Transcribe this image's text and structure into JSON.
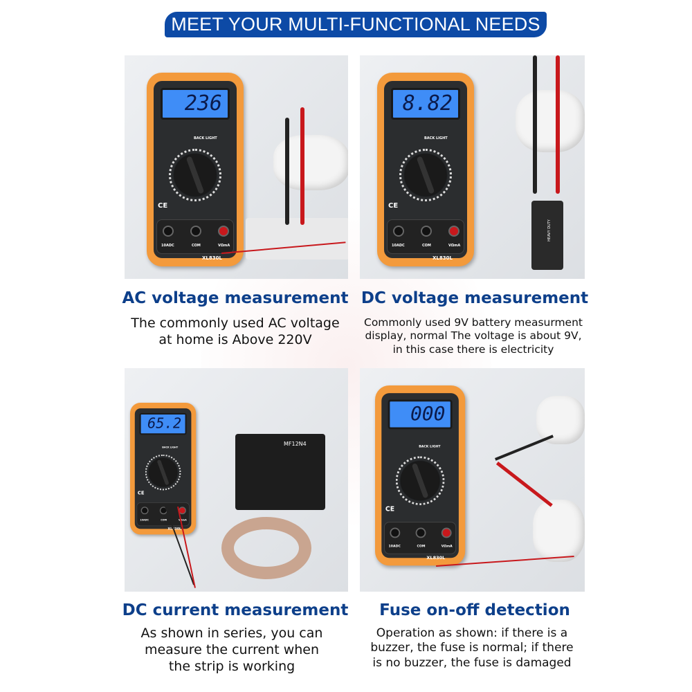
{
  "banner": {
    "text": "MEET YOUR MULTI-FUNCTIONAL NEEDS"
  },
  "colors": {
    "banner": "#0d4aa6",
    "title": "#0d3f8a",
    "meter_body": "#f39a3c",
    "lcd": "#3f8df7"
  },
  "meter_labels": {
    "backlight": "BACK LIGHT",
    "adc": "10ADC",
    "com": "COM",
    "vma": "VΩmA",
    "model": "XL830L",
    "ce": "CE"
  },
  "panels": [
    {
      "reading": "236",
      "title": "AC voltage measurement",
      "desc": [
        "The commonly used AC voltage",
        "at home is Above 220V"
      ]
    },
    {
      "reading": "8.82",
      "title": "DC voltage measurement",
      "desc": [
        "Commonly used 9V battery measurment",
        "display, normal The voltage is about 9V,",
        "in this case there is electricity"
      ],
      "battery_label": "HEAVY DUTY"
    },
    {
      "reading": "65.2",
      "title": "DC current measurement",
      "desc": [
        "As shown in series, you can",
        "measure the current when",
        "the strip is working"
      ],
      "battery_label": "MF12N4"
    },
    {
      "reading": "000",
      "title": "Fuse on-off detection",
      "desc": [
        "Operation as shown: if there is a",
        "buzzer, the fuse is normal; if there",
        "is no buzzer, the fuse is damaged"
      ]
    }
  ]
}
